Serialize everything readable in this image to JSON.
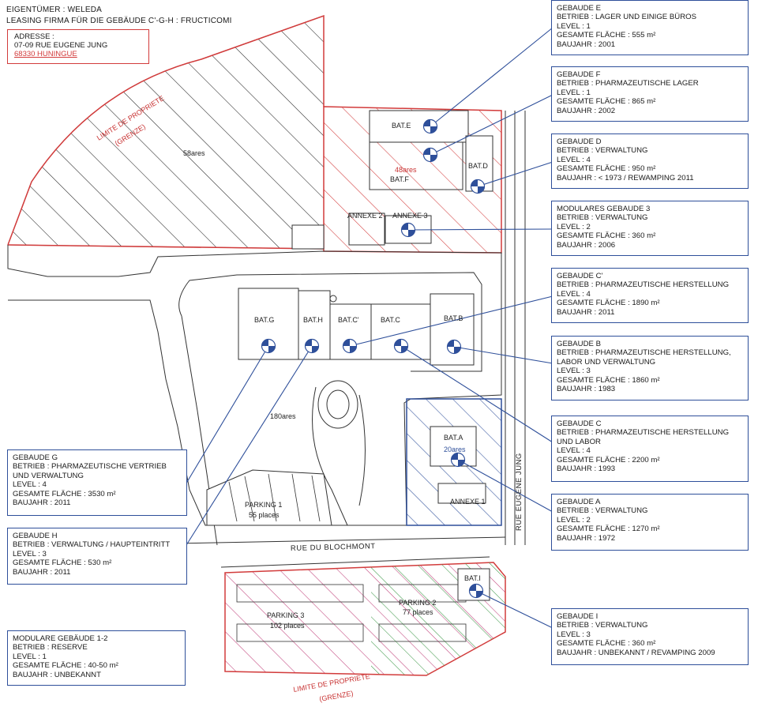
{
  "header": {
    "owner": "EIGENTÜMER : WELEDA",
    "leasing": "LEASING FIRMA FÜR DIE GEBÄUDE C'-G-H : FRUCTICOMI"
  },
  "address": {
    "title": "ADRESSE :",
    "street": "07-09 RUE EUGENE JUNG",
    "city": "68330 HUNINGUE"
  },
  "map": {
    "boundary_top": "LIMITE DE PROPRIETE",
    "boundary_top_sub": "(GRENZE)",
    "boundary_bottom": "LIMITE DE PROPRIETE",
    "boundary_bottom_sub": "(GRENZE)",
    "street_south": "RUE DU BLOCHMONT",
    "street_east": "RUE EUGENE JUNG",
    "area_west": "58ares",
    "area_north": "48ares",
    "area_center": "180ares",
    "area_a": "20ares",
    "bat_e": "BAT.E",
    "bat_f": "BAT.F",
    "bat_d": "BAT.D",
    "annexe_2": "ANNEXE 2",
    "annexe_3": "ANNEXE 3",
    "bat_g": "BAT.G",
    "bat_h": "BAT.H",
    "bat_c2": "BAT.C'",
    "bat_c": "BAT.C",
    "bat_b": "BAT.B",
    "bat_a": "BAT.A",
    "annexe_1": "ANNEXE 1",
    "bat_i": "BAT.I",
    "parking_1": "PARKING 1",
    "parking_1_places": "55 places",
    "parking_2": "PARKING 2",
    "parking_2_places": "77 places",
    "parking_3": "PARKING 3",
    "parking_3_places": "102 places"
  },
  "colors": {
    "red": "#d23b3b",
    "blue": "#2e4f9a",
    "green": "#3f9a4a",
    "magenta": "#c0407a"
  },
  "boxes": {
    "e": {
      "l1": "GEBAUDE E",
      "l2": "BETRIEB : LAGER UND EINIGE BÜROS",
      "l3": "LEVEL  : 1",
      "l4": "GESAMTE FLÄCHE : 555 m²",
      "l5": "BAUJAHR : 2001"
    },
    "f": {
      "l1": "GEBAUDE F",
      "l2": "BETRIEB : PHARMAZEUTISCHE LAGER",
      "l3": "LEVEL  : 1",
      "l4": "GESAMTE FLÄCHE : 865 m²",
      "l5": "BAUJAHR : 2002"
    },
    "d": {
      "l1": "GEBAUDE D",
      "l2": "BETRIEB : VERWALTUNG",
      "l3": "LEVEL  : 4",
      "l4": "GESAMTE FLÄCHE : 950 m²",
      "l5": "BAUJAHR : < 1973 / REWAMPING 2011"
    },
    "m3": {
      "l1": "MODULARES GEBAUDE 3",
      "l2": "BETRIEB : VERWALTUNG",
      "l3": "LEVEL  : 2",
      "l4": "GESAMTE FLÄCHE : 360 m²",
      "l5": "BAUJAHR : 2006"
    },
    "c2": {
      "l1": "GEBAUDE C'",
      "l2": "BETRIEB : PHARMAZEUTISCHE HERSTELLUNG",
      "l3": "LEVEL  : 4",
      "l4": "GESAMTE FLÄCHE : 1890 m²",
      "l5": "BAUJAHR : 2011"
    },
    "b": {
      "l1": "GEBAUDE B",
      "l2": "BETRIEB : PHARMAZEUTISCHE HERSTELLUNG,",
      "l2b": "LABOR UND VERWALTUNG",
      "l3": "LEVEL  : 3",
      "l4": "GESAMTE FLÄCHE : 1860 m²",
      "l5": "BAUJAHR : 1983"
    },
    "c": {
      "l1": "GEBAUDE C",
      "l2": "BETRIEB : PHARMAZEUTISCHE HERSTELLUNG",
      "l2b": "UND LABOR",
      "l3": "LEVEL  : 4",
      "l4": "GESAMTE FLÄCHE : 2200 m²",
      "l5": "BAUJAHR : 1993"
    },
    "a": {
      "l1": "GEBAUDE A",
      "l2": "BETRIEB : VERWALTUNG",
      "l3": "LEVEL  : 2",
      "l4": "GESAMTE FLÄCHE : 1270 m²",
      "l5": "BAUJAHR : 1972"
    },
    "i": {
      "l1": "GEBAUDE I",
      "l2": "BETRIEB : VERWALTUNG",
      "l3": "LEVEL  : 3",
      "l4": "GESAMTE FLÄCHE : 360 m²",
      "l5": "BAUJAHR : UNBEKANNT / REVAMPING 2009"
    },
    "g": {
      "l1": "GEBAUDE G",
      "l2": "BETRIEB : PHARMAZEUTISCHE VERTRIEB",
      "l2b": "UND VERWALTUNG",
      "l3": "LEVEL  : 4",
      "l4": "GESAMTE FLÄCHE : 3530 m²",
      "l5": "BAUJAHR : 2011"
    },
    "h": {
      "l1": "GEBAUDE H",
      "l2": "BETRIEB : VERWALTUNG / HAUPTEINTRITT",
      "l3": "LEVEL  : 3",
      "l4": "GESAMTE FLÄCHE : 530 m²",
      "l5": "BAUJAHR : 2011"
    },
    "m12": {
      "l1": "MODULARE GEBÄUDE 1-2",
      "l2": "BETRIEB : RESERVE",
      "l3": "LEVEL  : 1",
      "l4": "GESAMTE FLÄCHE : 40-50 m²",
      "l5": "BAUJAHR : UNBEKANNT"
    }
  }
}
